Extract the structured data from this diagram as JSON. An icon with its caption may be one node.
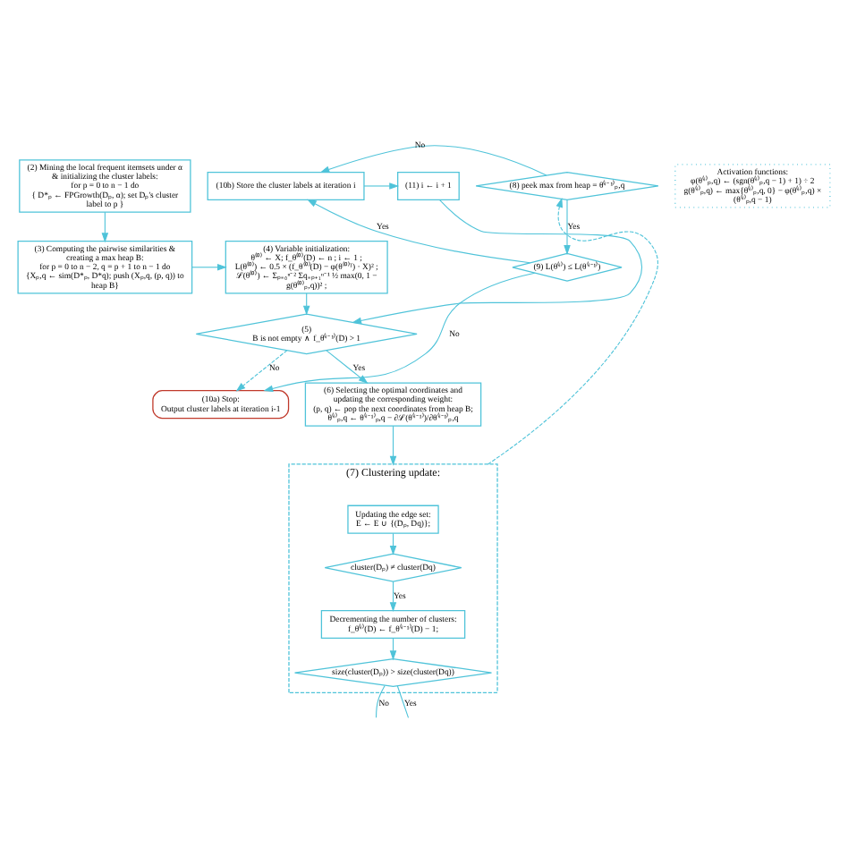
{
  "diagram": {
    "nodes": [
      {
        "text": [
          "(2) Mining the local frequent itemsets under α & initializing the cluster labels:",
          "for p = 0 to n − 1 do",
          "{ D*ₚ ← FPGrowth(Dₚ, α); set Dₚ's cluster label to p }"
        ]
      },
      {
        "text": [
          "Activation functions:",
          "φ(θ⁽ⁱ⁾ₚ,q) ← (sgn(θ⁽ⁱ⁾ₚ,q − 1) + 1) ÷ 2",
          "g(θ⁽ⁱ⁾ₚ,q) ← max{θ⁽ⁱ⁾ₚ,q, 0} − φ(θ⁽ⁱ⁾ₚ,q) × (θ⁽ⁱ⁾ₚ,q − 1)"
        ]
      },
      {
        "text": [
          "(3) Computing the pairwise similarities & creating a max heap B:",
          "for p = 0 to n − 2, q = p + 1 to n − 1 do",
          "{Xₚ,q ← sim(D*ₚ, D*q); push (Xₚ,q, (p, q)) to heap B}"
        ]
      },
      {
        "text": [
          "(4) Variable initialization:",
          "θ⁽⁰⁾ ← X; f_θ⁽⁰⁾(D) ← n ; i ← 1 ;",
          "L(θ⁽⁰⁾) ← 0.5 × (f_θ⁽⁰⁾(D) − φ(θ⁽⁰⁾ᵀ) · X)² ;",
          "ℒ(θ⁽⁰⁾) ← Σₚ₌₀ⁿ⁻² Σq₌ₚ₊₁ⁿ⁻¹ ½ max(0, 1 − g(θ⁽⁰⁾ₚ,q))² ;"
        ]
      },
      {
        "text": [
          "(11) i ← i + 1"
        ]
      },
      {
        "text": [
          "(5)",
          "B is not empty ∧ f_θ⁽ⁱ⁻¹⁾(D) > 1"
        ]
      },
      {
        "text": [
          "(10b) Store the cluster labels at iteration i"
        ]
      },
      {
        "text": [
          "(10a) Stop:",
          "Output cluster labels at iteration i-1"
        ]
      },
      {
        "text": [
          "(6) Selecting the optimal coordinates and updating the corresponding weight:",
          "(p, q) ← pop the next coordinates from heap B;",
          "θ⁽ⁱ⁾ₚ,q ← θ⁽ⁱ⁻¹⁾ₚ,q − ∂ℒ(θ⁽ⁱ⁻¹⁾)/∂θ⁽ⁱ⁻¹⁾ₚ,q"
        ]
      },
      {
        "text": [
          "(9) L(θ⁽ⁱ⁾) ≤ L(θ⁽ⁱ⁻¹⁾)"
        ]
      },
      {
        "text": [
          "(7) Clustering update:"
        ]
      },
      {
        "text": [
          "Updating the edge set:",
          "E ← E ∪ {(Dₚ, Dq)};"
        ],
        "in": 10
      },
      {
        "text": [
          "cluster(Dₚ) ≠ cluster(Dq)"
        ],
        "in": 10
      },
      {
        "text": [
          "(8) peek max from heap = θ⁽ⁱ⁻¹⁾ₚ,q"
        ]
      },
      {
        "text": [
          "Decrementing the number of clusters:",
          "f_θ⁽ⁱ⁾(D) ← f_θ⁽ⁱ⁻¹⁾(D) − 1;"
        ],
        "in": 10
      },
      {
        "text": [
          "size(cluster(Dₚ)) > size(cluster(Dq))"
        ],
        "in": 10
      }
    ],
    "edges": [
      {
        "from": 0,
        "to": 2,
        "arrow": "to"
      },
      {
        "from": 2,
        "to": 3,
        "arrow": "to"
      },
      {
        "from": 3,
        "to": 5,
        "arrow": "to"
      },
      {
        "from": 4,
        "to": 5,
        "arrow": "to"
      },
      {
        "from": 5,
        "to": 8,
        "arrow": "to",
        "label": "Yes"
      },
      {
        "from": 5,
        "to": 7,
        "arrow": "to",
        "label": "No",
        "style": "dashed"
      },
      {
        "from": 6,
        "to": 4,
        "arrow": "to"
      },
      {
        "from": 9,
        "to": 6,
        "arrow": "to",
        "label": "Yes"
      },
      {
        "from": 9,
        "to": 7,
        "arrow": "to",
        "label": "No"
      },
      {
        "from": 8,
        "to": 10,
        "arrow": "to"
      },
      {
        "from": 11,
        "to": 12,
        "arrow": "to"
      },
      {
        "from": 12,
        "to": 14,
        "arrow": "to",
        "label": "Yes"
      },
      {
        "from": 14,
        "to": 15,
        "arrow": "to"
      },
      {
        "from": 10,
        "to": 13,
        "arrow": "to",
        "style": "dashed"
      },
      {
        "from": 13,
        "to": 9,
        "arrow": "to",
        "label": "Yes"
      },
      {
        "from": 13,
        "to": 6,
        "arrow": "to",
        "label": "No"
      },
      {
        "from": 15,
        "to": null,
        "arrow": "none",
        "label": "No"
      },
      {
        "from": 15,
        "to": null,
        "arrow": "none",
        "label": "Yes"
      }
    ]
  }
}
